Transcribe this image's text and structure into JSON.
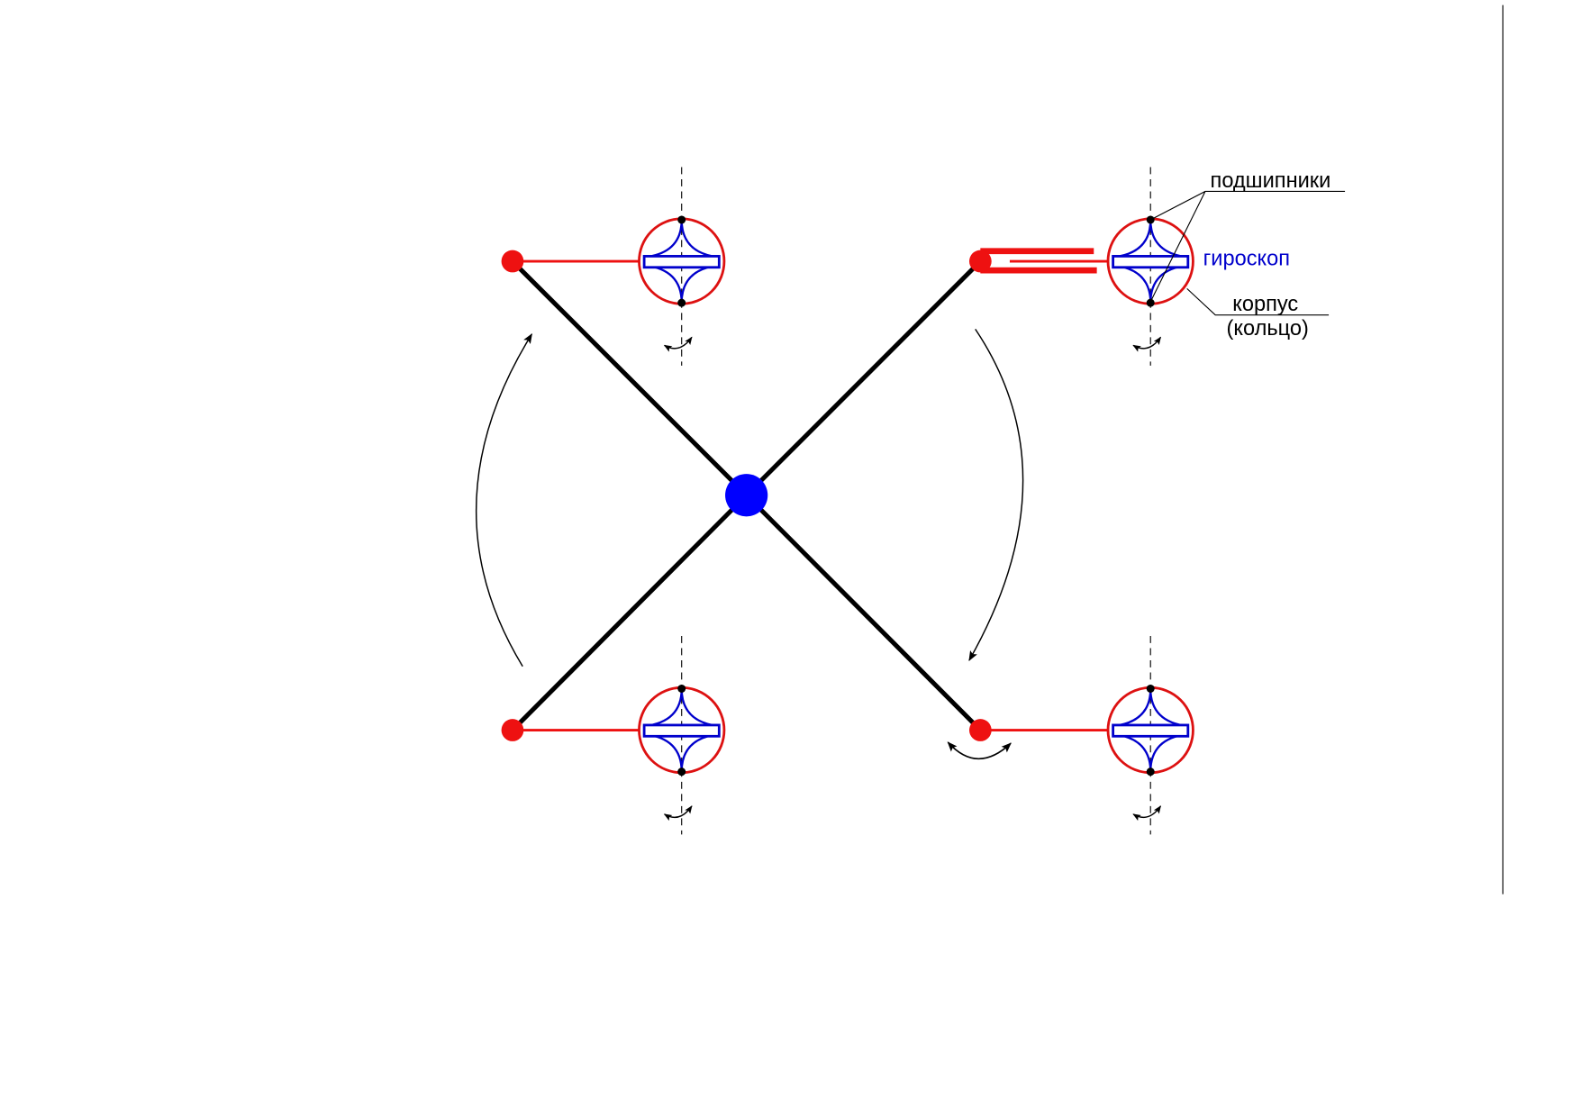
{
  "labels": {
    "bearings": "подшипники",
    "gyroscope": "гироскоп",
    "housing": "корпус",
    "housing_note": "(кольцо)"
  },
  "colors": {
    "arm": "#000000",
    "hub": "#0000ff",
    "joint": "#ee1111",
    "housing_ring": "#dd1111",
    "gyro_rotor": "#0000cc",
    "gyro_label": "#0000cc"
  }
}
